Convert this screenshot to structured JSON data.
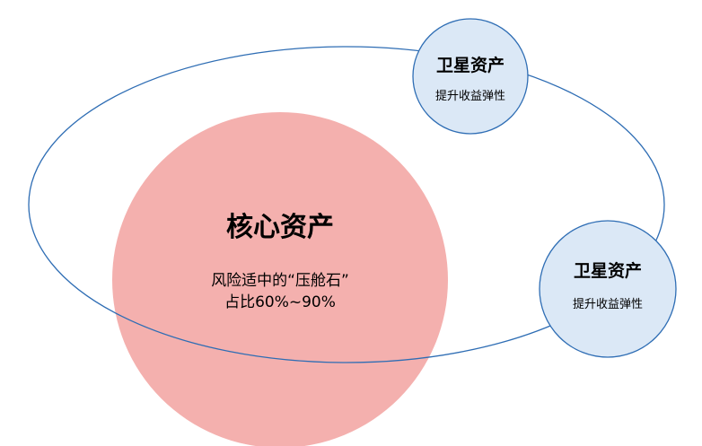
{
  "colors": {
    "background": "#ffffff",
    "orbit_stroke": "#2e6db4",
    "core_fill": "#f4b0ae",
    "satellite_fill": "#dbe8f6",
    "satellite_stroke": "#2e6db4",
    "text": "#000000"
  },
  "core": {
    "title": "核心资产",
    "line1": "风险适中的“压舱石”",
    "line2": "占比60%~90%"
  },
  "satellites": [
    {
      "title": "卫星资产",
      "desc": "提升收益弹性"
    },
    {
      "title": "卫星资产",
      "desc": "提升收益弹性"
    }
  ]
}
